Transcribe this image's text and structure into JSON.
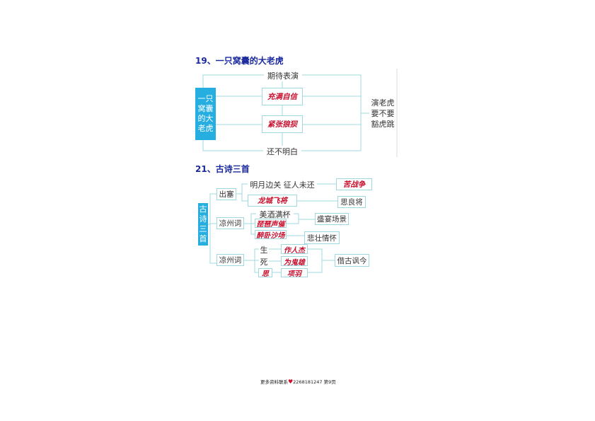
{
  "section19": {
    "title": "19、一只窝囊的大老虎",
    "subject": "一只窝囊的大老虎",
    "top": "期待表演",
    "box1": "充满自信",
    "box2": "紧张狼狈",
    "bottom": "还不明白",
    "result": "演老虎要不要豁虎跳"
  },
  "section21": {
    "title": "21、古诗三首",
    "root": "古诗三首",
    "poem1": {
      "name": "出塞",
      "line1": "明月边关 征人未还",
      "line1_result": "苦战争",
      "line2": "龙城飞将",
      "line2_result": "思良将"
    },
    "poem2": {
      "name": "凉州词",
      "item1": "美酒满杯",
      "item2": "琵琶声催",
      "group_result": "盛宴场景",
      "item3": "醉卧沙场",
      "item3_result": "悲壮情怀"
    },
    "poem3": {
      "name": "凉州词",
      "k1": "生",
      "v1": "作人杰",
      "k2": "死",
      "v2": "为鬼雄",
      "k3": "思",
      "v3": "项羽",
      "result": "借古讽今"
    }
  },
  "footer": {
    "text": "更多资料联系",
    "contact": "2268181247",
    "page": "第9页",
    "heart_color": "#d0102a"
  }
}
